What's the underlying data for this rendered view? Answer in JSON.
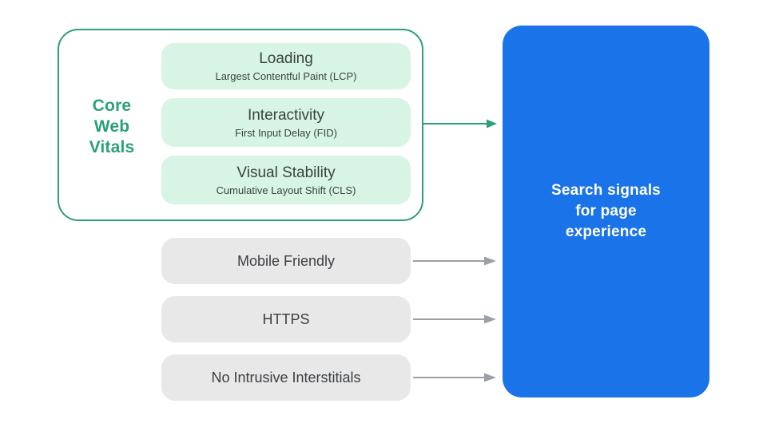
{
  "core_web_vitals": {
    "label": "Core\nWeb\nVitals",
    "items": [
      {
        "title": "Loading",
        "subtitle": "Largest Contentful Paint (LCP)"
      },
      {
        "title": "Interactivity",
        "subtitle": "First Input Delay (FID)"
      },
      {
        "title": "Visual Stability",
        "subtitle": "Cumulative Layout Shift (CLS)"
      }
    ]
  },
  "other_signals": [
    {
      "label": "Mobile Friendly"
    },
    {
      "label": "HTTPS"
    },
    {
      "label": "No Intrusive Interstitials"
    }
  ],
  "result": {
    "label": "Search signals\nfor page\nexperience"
  },
  "colors": {
    "accent_green": "#2AA077",
    "light_green_fill": "#D7F4E4",
    "gray_fill": "#E8E8E9",
    "arrow_gray": "#9AA0A6",
    "blue_fill": "#1A73E8",
    "dark_text": "#3C4043",
    "white_text": "#FFFFFF"
  }
}
